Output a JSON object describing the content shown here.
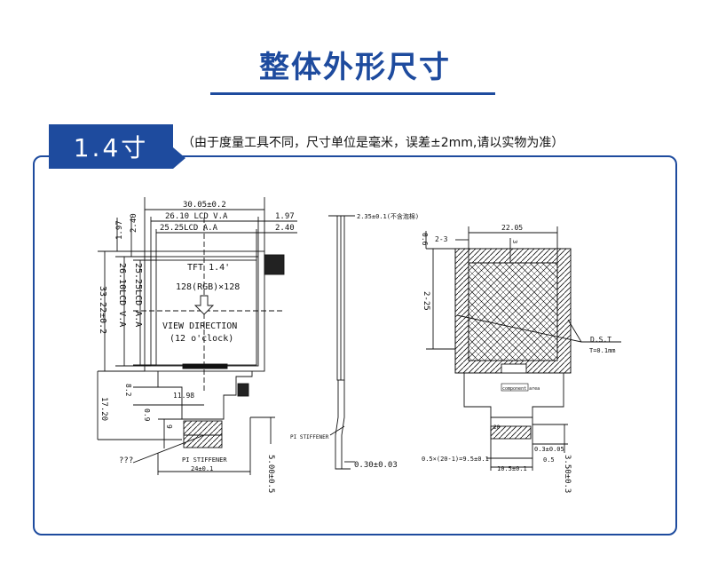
{
  "header": {
    "title": "整体外形尺寸",
    "size_tab": "1.4寸",
    "note": "（由于度量工具不同，尺寸单位是毫米，误差±2mm,请以实物为准）"
  },
  "front_view": {
    "dim_overall_width": "30.05±0.2",
    "dim_lcd_va_width": "26.10 LCD V.A",
    "dim_lcd_aa_width": "25.25LCD A.A",
    "dim_right_1": "1.97",
    "dim_right_2": "2.40",
    "dim_left_1": "2.40",
    "dim_left_2": "1.97",
    "dim_overall_height": "33.22±0.2",
    "dim_lcd_va_height": "26.10LCD V.A",
    "dim_lcd_aa_height": "25.25LCD A.A",
    "panel_name": "TFT 1.4'",
    "resolution": "128(RGB)×128",
    "view_direction": "VIEW DIRECTION",
    "clock": "(12 o'clock)",
    "dim_8_2": "8.2",
    "dim_17_20": "17.20",
    "dim_11_98": "11.98",
    "dim_0_9": "0.9",
    "dim_9": "9",
    "unknown_label": "???",
    "stiffener_label": "PI STIFFENER",
    "dim_24": "24±0.1",
    "dim_5_00": "5.00±0.5"
  },
  "side_view": {
    "dim_thickness": "2.35±0.1(不含泡棉)",
    "stiffener_label": "PI STIFFENER",
    "dim_fpc_thickness": "0.30±0.03"
  },
  "back_view": {
    "dim_22_05": "22.05",
    "dim_2_3": "2-3",
    "dim_0_6": "0.6",
    "dim_3": "3",
    "dim_2_25": "2-25",
    "dst_label": "D.S.T",
    "tape_thickness": "T=0.1mm",
    "component_area": "component area",
    "pin_count": "20",
    "dim_pitch_formula": "0.5×(20-1)=9.5±0.1",
    "dim_0_3": "0.3±0.05",
    "dim_0_5": "0.5",
    "dim_10_5": "10.5±0.1",
    "dim_3_50": "3.50±0.3"
  },
  "colors": {
    "brand_blue": "#1e4b9e",
    "line": "#111111"
  }
}
